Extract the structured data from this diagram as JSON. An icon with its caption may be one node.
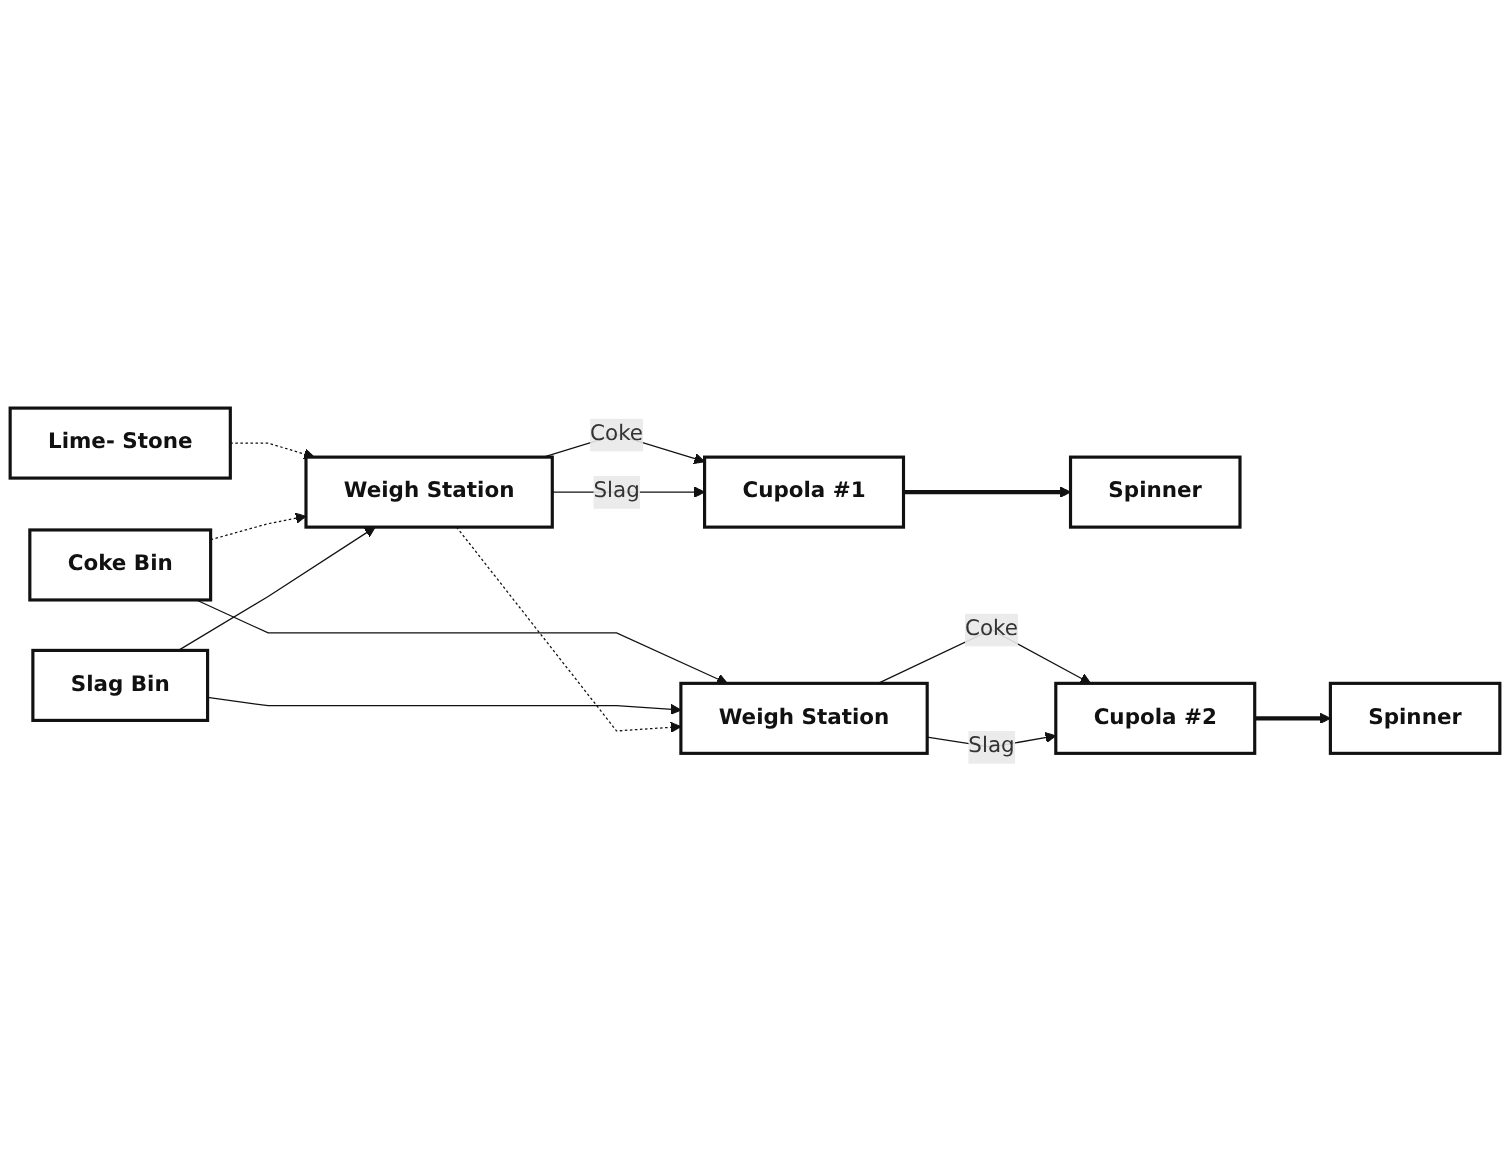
{
  "diagram": {
    "nodes": [
      {
        "text": [
          "Lime- Stone"
        ]
      },
      {
        "text": [
          "Coke Bin"
        ]
      },
      {
        "text": [
          "Weigh Station"
        ]
      },
      {
        "text": [
          "Cupola #1"
        ]
      },
      {
        "text": [
          "Spinner"
        ]
      },
      {
        "text": [
          "Slag Bin"
        ]
      },
      {
        "text": [
          "Weigh Station"
        ]
      },
      {
        "text": [
          "Cupola #2"
        ]
      },
      {
        "text": [
          "Spinner"
        ]
      }
    ],
    "edges": [
      {
        "from": 0,
        "to": 2,
        "arrow": "to",
        "style": "dashed"
      },
      {
        "from": 1,
        "to": 2,
        "arrow": "to",
        "style": "dashed"
      },
      {
        "from": 1,
        "to": 6,
        "arrow": "to"
      },
      {
        "from": 5,
        "to": 2,
        "arrow": "to"
      },
      {
        "from": 5,
        "to": 6,
        "arrow": "to"
      },
      {
        "from": 2,
        "to": 6,
        "arrow": "to",
        "style": "dashed"
      },
      {
        "from": 2,
        "to": 3,
        "label": "Coke",
        "arrow": "to"
      },
      {
        "from": 2,
        "to": 3,
        "label": "Slag",
        "arrow": "to"
      },
      {
        "from": 6,
        "to": 7,
        "label": "Coke",
        "arrow": "to"
      },
      {
        "from": 6,
        "to": 7,
        "label": "Slag",
        "arrow": "to"
      },
      {
        "from": 3,
        "to": 4,
        "arrow": "to",
        "style": "thick"
      },
      {
        "from": 7,
        "to": 8,
        "arrow": "to",
        "style": "thick"
      }
    ]
  }
}
